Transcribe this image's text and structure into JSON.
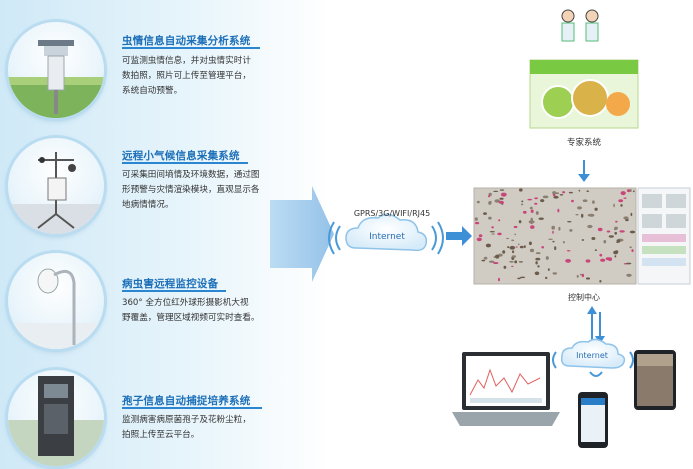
{
  "systems": [
    {
      "title": "虫情信息自动采集分析系统",
      "desc_lines": [
        "可监测虫情信息，并对虫情实时计",
        "数拍照，照片可上传至管理平台，",
        "系统自动预警。"
      ]
    },
    {
      "title": "远程小气候信息采集系统",
      "desc_lines": [
        "可采集田间墒情及环境数据，通过图",
        "形预警与灾情渲染模块，直观显示各",
        "地病情情况。"
      ]
    },
    {
      "title": "病虫害远程监控设备",
      "desc_lines": [
        "360° 全方位红外球形摄影机大视",
        "野覆盖，管理区域视频可实时查看。"
      ]
    },
    {
      "title": "孢子信息自动捕捉培养系统",
      "desc_lines": [
        "监测病害病原菌孢子及花粉尘粒，",
        "拍照上传至云平台。"
      ]
    }
  ],
  "network": {
    "protocols": "GPRS/3G/WIFI/RJ45",
    "cloud_label": "Internet",
    "cloud_label_2": "Internet"
  },
  "expert_system": {
    "label": "专家系统"
  },
  "control_center": {
    "label": "控制中心"
  },
  "colors": {
    "title_blue": "#1c6fb8",
    "arrow_blue": "#3d8fd6",
    "fan_blue": "#cfe9f7"
  }
}
